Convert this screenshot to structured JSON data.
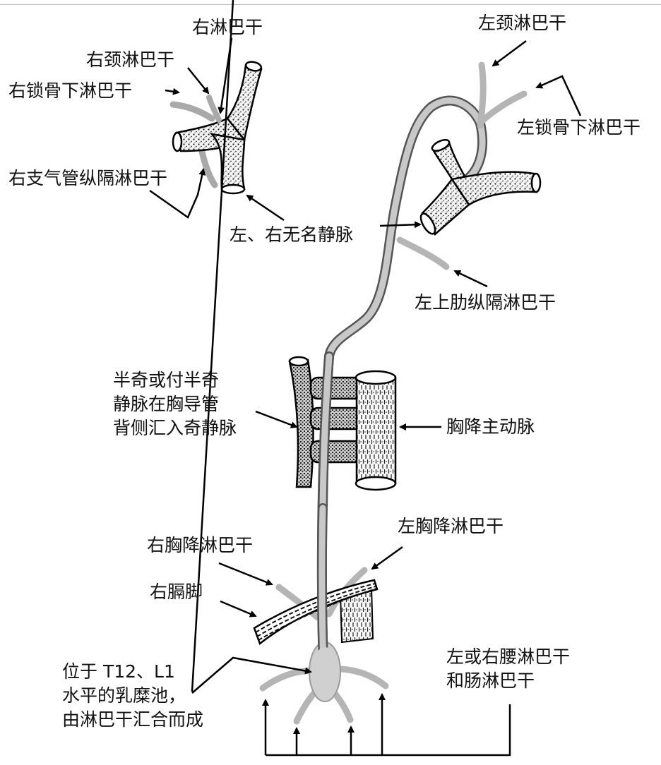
{
  "labels": {
    "right_lymph_duct": "右淋巴干",
    "right_jugular_trunk": "右颈淋巴干",
    "right_subclavian_trunk": "右锁骨下淋巴干",
    "right_bronchomediastinal_trunk": "右支气管纵隔淋巴干",
    "brachiocephalic_veins": "左、右无名静脉",
    "left_jugular_trunk": "左颈淋巴干",
    "left_subclavian_trunk": "左锁骨下淋巴干",
    "left_upper_intercostal_trunk": "左上肋纵隔淋巴干",
    "hemiazygos_line1": "半奇或付半奇",
    "hemiazygos_line2": "静脉在胸导管",
    "hemiazygos_line3": "背侧汇入奇静脉",
    "thoracic_aorta": "胸降主动脉",
    "right_descending_thoracic_trunk": "右胸降淋巴干",
    "left_descending_thoracic_trunk": "左胸降淋巴干",
    "right_crus": "右膈脚",
    "cisterna_line1": "位于 T12、L1",
    "cisterna_line2": "水平的乳糜池，",
    "cisterna_line3": "由淋巴干汇合而成",
    "lumbar_line1": "左或右腰淋巴干",
    "lumbar_line2": "和肠淋巴干"
  }
}
